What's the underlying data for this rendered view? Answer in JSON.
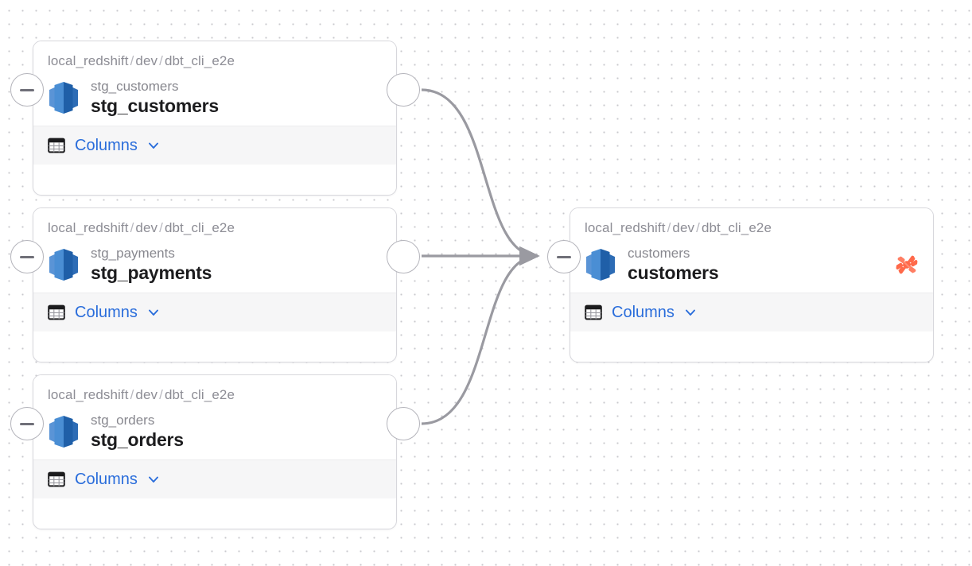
{
  "app": {
    "view": "lineage-graph",
    "background_color": "#ffffff",
    "dot_color": "#c8c8cd",
    "edge_color": "#9a9aa1",
    "link_color": "#2a6ddb",
    "dbt_logo_color": "#ff694a"
  },
  "nodes": [
    {
      "id": "stg_customers",
      "breadcrumb": {
        "database": "local_redshift",
        "schema": "dev",
        "project": "dbt_cli_e2e",
        "separator": "/"
      },
      "sub_title": "stg_customers",
      "main_title": "stg_customers",
      "icon": "aws-redshift-icon",
      "has_dbt_badge": false,
      "footer": {
        "label": "Columns",
        "icon": "table-icon",
        "chevron": "chevron-down-icon"
      },
      "handles": {
        "left": "collapse-handle-minus",
        "right": "source-handle"
      }
    },
    {
      "id": "stg_payments",
      "breadcrumb": {
        "database": "local_redshift",
        "schema": "dev",
        "project": "dbt_cli_e2e",
        "separator": "/"
      },
      "sub_title": "stg_payments",
      "main_title": "stg_payments",
      "icon": "aws-redshift-icon",
      "has_dbt_badge": false,
      "footer": {
        "label": "Columns",
        "icon": "table-icon",
        "chevron": "chevron-down-icon"
      },
      "handles": {
        "left": "collapse-handle-minus",
        "right": "source-handle"
      }
    },
    {
      "id": "stg_orders",
      "breadcrumb": {
        "database": "local_redshift",
        "schema": "dev",
        "project": "dbt_cli_e2e",
        "separator": "/"
      },
      "sub_title": "stg_orders",
      "main_title": "stg_orders",
      "icon": "aws-redshift-icon",
      "has_dbt_badge": false,
      "footer": {
        "label": "Columns",
        "icon": "table-icon",
        "chevron": "chevron-down-icon"
      },
      "handles": {
        "left": "collapse-handle-minus",
        "right": "source-handle"
      }
    },
    {
      "id": "customers",
      "breadcrumb": {
        "database": "local_redshift",
        "schema": "dev",
        "project": "dbt_cli_e2e",
        "separator": "/"
      },
      "sub_title": "customers",
      "main_title": "customers",
      "icon": "aws-redshift-icon",
      "has_dbt_badge": true,
      "dbt_badge": "dbt-logo-icon",
      "footer": {
        "label": "Columns",
        "icon": "table-icon",
        "chevron": "chevron-down-icon"
      },
      "handles": {
        "left": "collapse-handle-minus",
        "right": null
      }
    }
  ],
  "edges": [
    {
      "from": "stg_customers",
      "to": "customers"
    },
    {
      "from": "stg_payments",
      "to": "customers"
    },
    {
      "from": "stg_orders",
      "to": "customers"
    }
  ]
}
